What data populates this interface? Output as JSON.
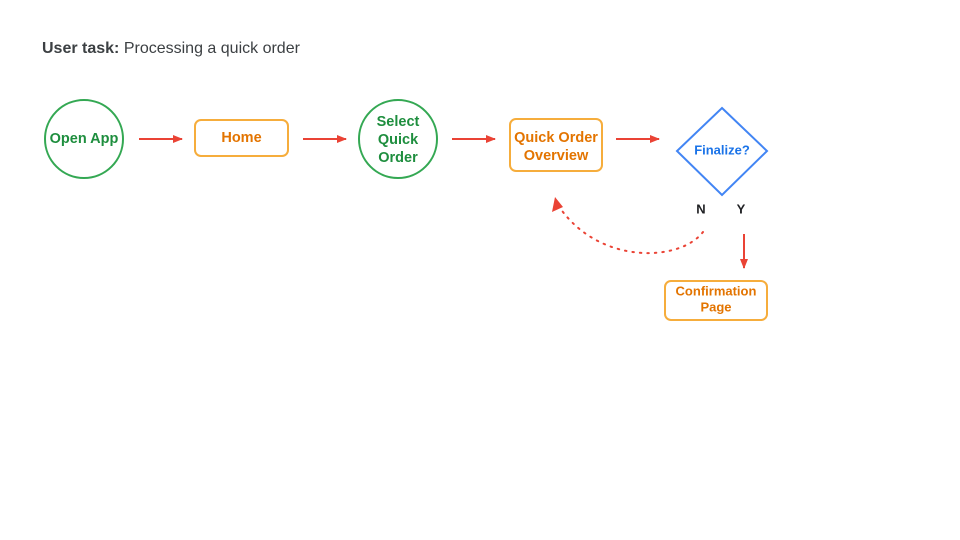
{
  "title": {
    "label": "User task:",
    "text": "Processing a quick order"
  },
  "colors": {
    "start": "#34a853",
    "screen": "#f6ad3c",
    "screen_text": "#e37400",
    "decision": "#4285f4",
    "decision_text": "#1a73e8",
    "arrow": "#ea4335",
    "start_text": "#1e8e3e"
  },
  "nodes": {
    "open_app": "Open App",
    "home": "Home",
    "select_quick_order": [
      "Select",
      "Quick",
      "Order"
    ],
    "quick_order_overview": [
      "Quick Order",
      "Overview"
    ],
    "finalize": "Finalize?",
    "confirmation_page": [
      "Confirmation",
      "Page"
    ]
  },
  "branches": {
    "no": "N",
    "yes": "Y"
  }
}
